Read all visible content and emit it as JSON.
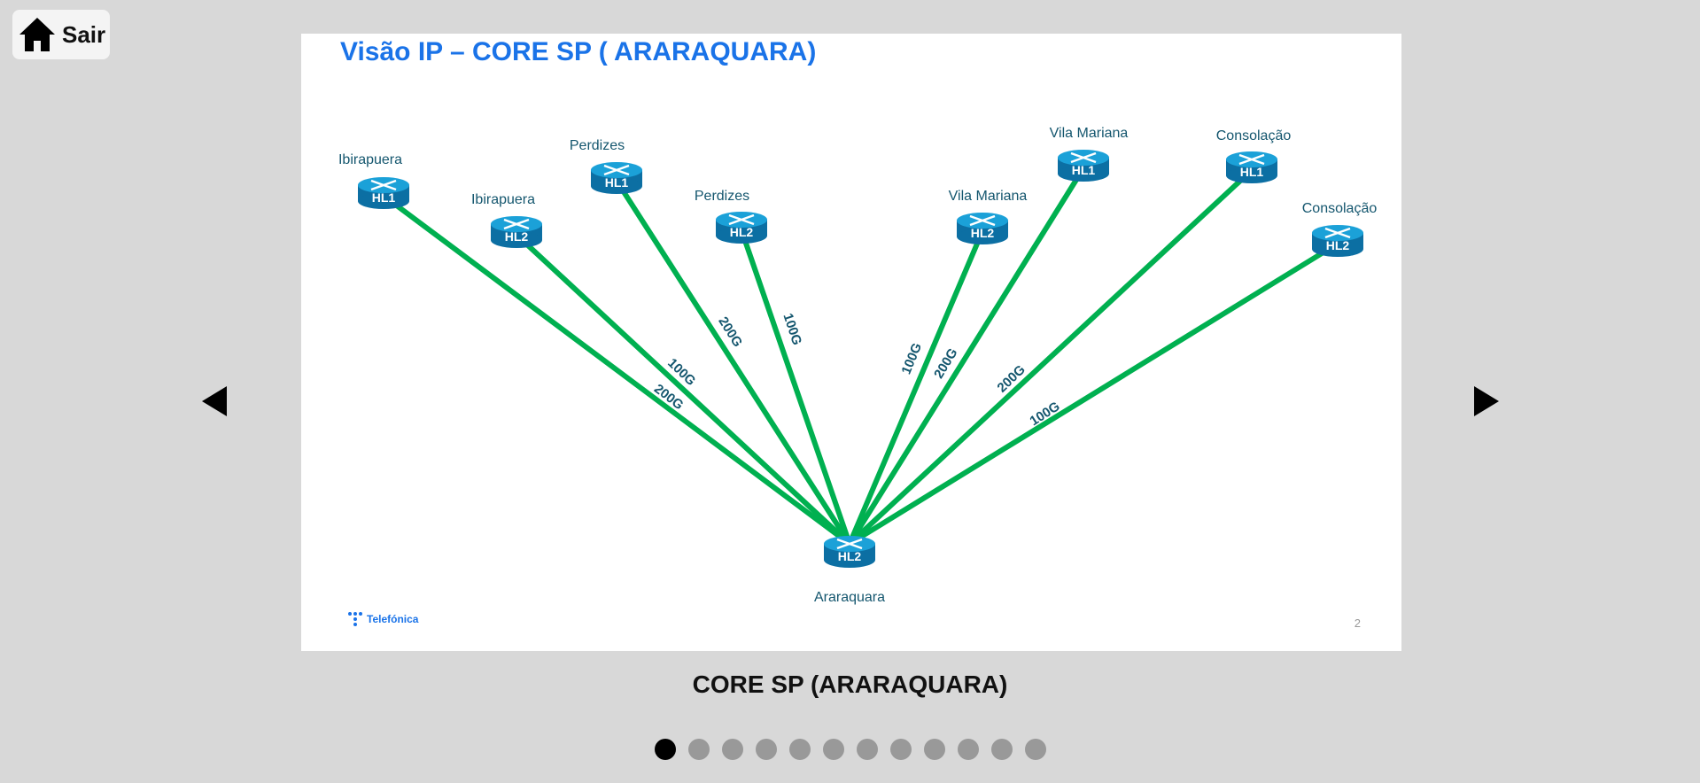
{
  "nav": {
    "exit_label": "Sair"
  },
  "slide": {
    "title": "Visão IP – CORE SP ( ARARAQUARA)",
    "logo_text": "Telefónica",
    "page_number": "2",
    "hub": {
      "label": "Araraquara",
      "tag": "HL2"
    },
    "routers": [
      {
        "label": "Ibirapuera",
        "tag": "HL1",
        "bandwidth": "200G"
      },
      {
        "label": "Ibirapuera",
        "tag": "HL2",
        "bandwidth": "100G"
      },
      {
        "label": "Perdizes",
        "tag": "HL1",
        "bandwidth": "200G"
      },
      {
        "label": "Perdizes",
        "tag": "HL2",
        "bandwidth": "100G"
      },
      {
        "label": "Vila Mariana",
        "tag": "HL2",
        "bandwidth": "100G"
      },
      {
        "label": "Vila Mariana",
        "tag": "HL1",
        "bandwidth": "200G"
      },
      {
        "label": "Consolação",
        "tag": "HL1",
        "bandwidth": "200G"
      },
      {
        "label": "Consolação",
        "tag": "HL2",
        "bandwidth": "100G"
      }
    ]
  },
  "caption": "CORE SP (ARARAQUARA)",
  "pagination": {
    "total": 12,
    "active_index": 0
  },
  "colors": {
    "link": "#00b050",
    "router": "#1ba1d8",
    "title": "#1a73e8"
  }
}
